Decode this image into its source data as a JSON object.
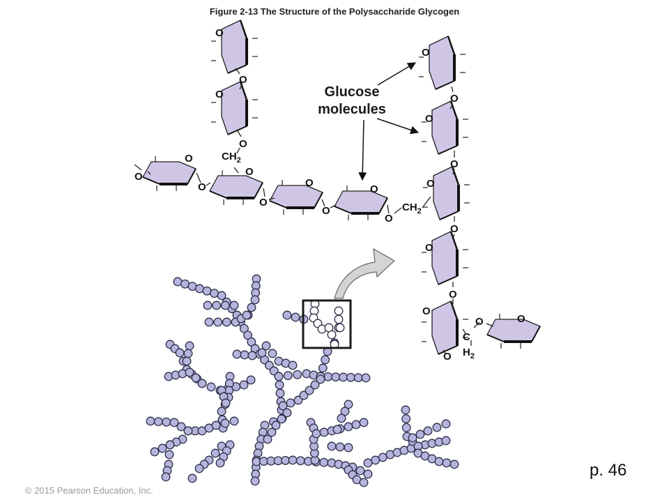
{
  "figure": {
    "title": "Figure 2-13  The Structure of the Polysaccharide Glycogen",
    "label_line1": "Glucose",
    "label_line2": "molecules",
    "page": "p. 46",
    "copyright": "© 2015 Pearson Education, Inc."
  },
  "atoms": {
    "oxygen": "O",
    "ch2": "CH",
    "ch2_sub": "2",
    "carbon": "C",
    "h2": "H",
    "h2_sub": "2"
  },
  "colors": {
    "ring_fill": "#cfc6e6",
    "bead_fill": "#b4b4dc",
    "bead_stroke": "#2e2e4a",
    "arrow_fill": "#d4d4d4"
  }
}
